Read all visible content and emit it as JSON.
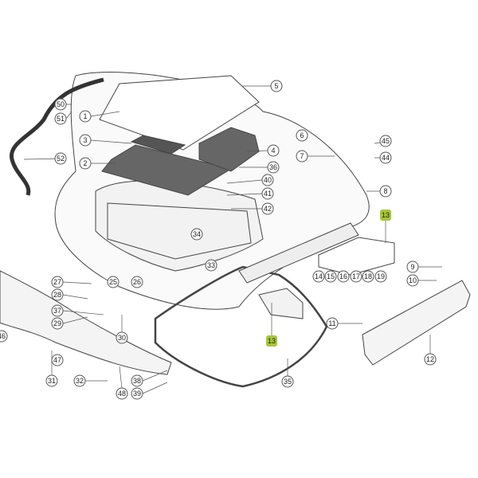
{
  "diagram": {
    "callouts": [
      "50",
      "51",
      "52",
      "1",
      "5",
      "3",
      "2",
      "4",
      "36",
      "40",
      "41",
      "42",
      "34",
      "33",
      "6",
      "7",
      "45",
      "44",
      "8",
      "13",
      "9",
      "10",
      "14",
      "15",
      "16",
      "17",
      "18",
      "19",
      "11",
      "12",
      "13",
      "35",
      "27",
      "25",
      "26",
      "28",
      "37",
      "29",
      "30",
      "46",
      "47",
      "31",
      "32",
      "38",
      "48",
      "39"
    ],
    "highlight_color": "#a6c63a",
    "highlighted": [
      "13"
    ]
  }
}
